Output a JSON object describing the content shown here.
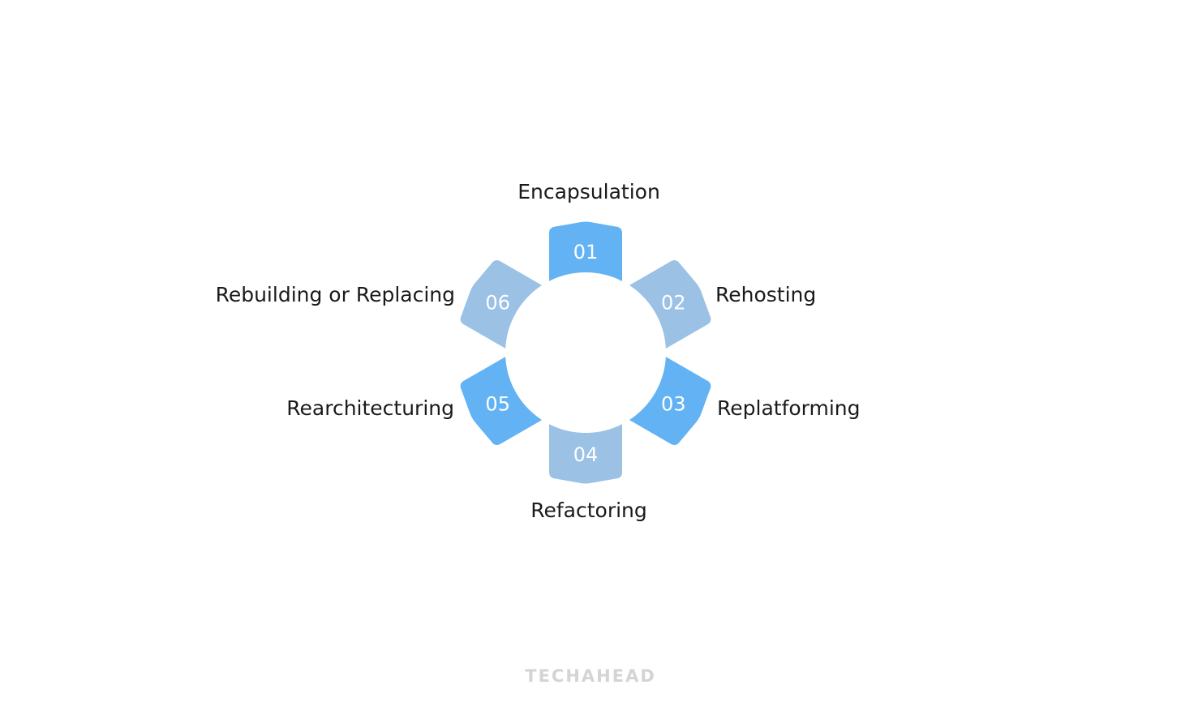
{
  "colors": {
    "tab_dark": "#63B3F4",
    "tab_light": "#9BC1E5",
    "ring_gap": "#ffffff",
    "label_text": "#1a1a1a",
    "logo_text": "#d4d4d4"
  },
  "steps": [
    {
      "number": "01",
      "label": "Encapsulation",
      "tone": "dark"
    },
    {
      "number": "02",
      "label": "Rehosting",
      "tone": "light"
    },
    {
      "number": "03",
      "label": "Replatforming",
      "tone": "dark"
    },
    {
      "number": "04",
      "label": "Refactoring",
      "tone": "light"
    },
    {
      "number": "05",
      "label": "Rearchitecturing",
      "tone": "dark"
    },
    {
      "number": "06",
      "label": "Rebuilding or Replacing",
      "tone": "light"
    }
  ],
  "brand": {
    "logo_text": "TECHAHEAD"
  }
}
